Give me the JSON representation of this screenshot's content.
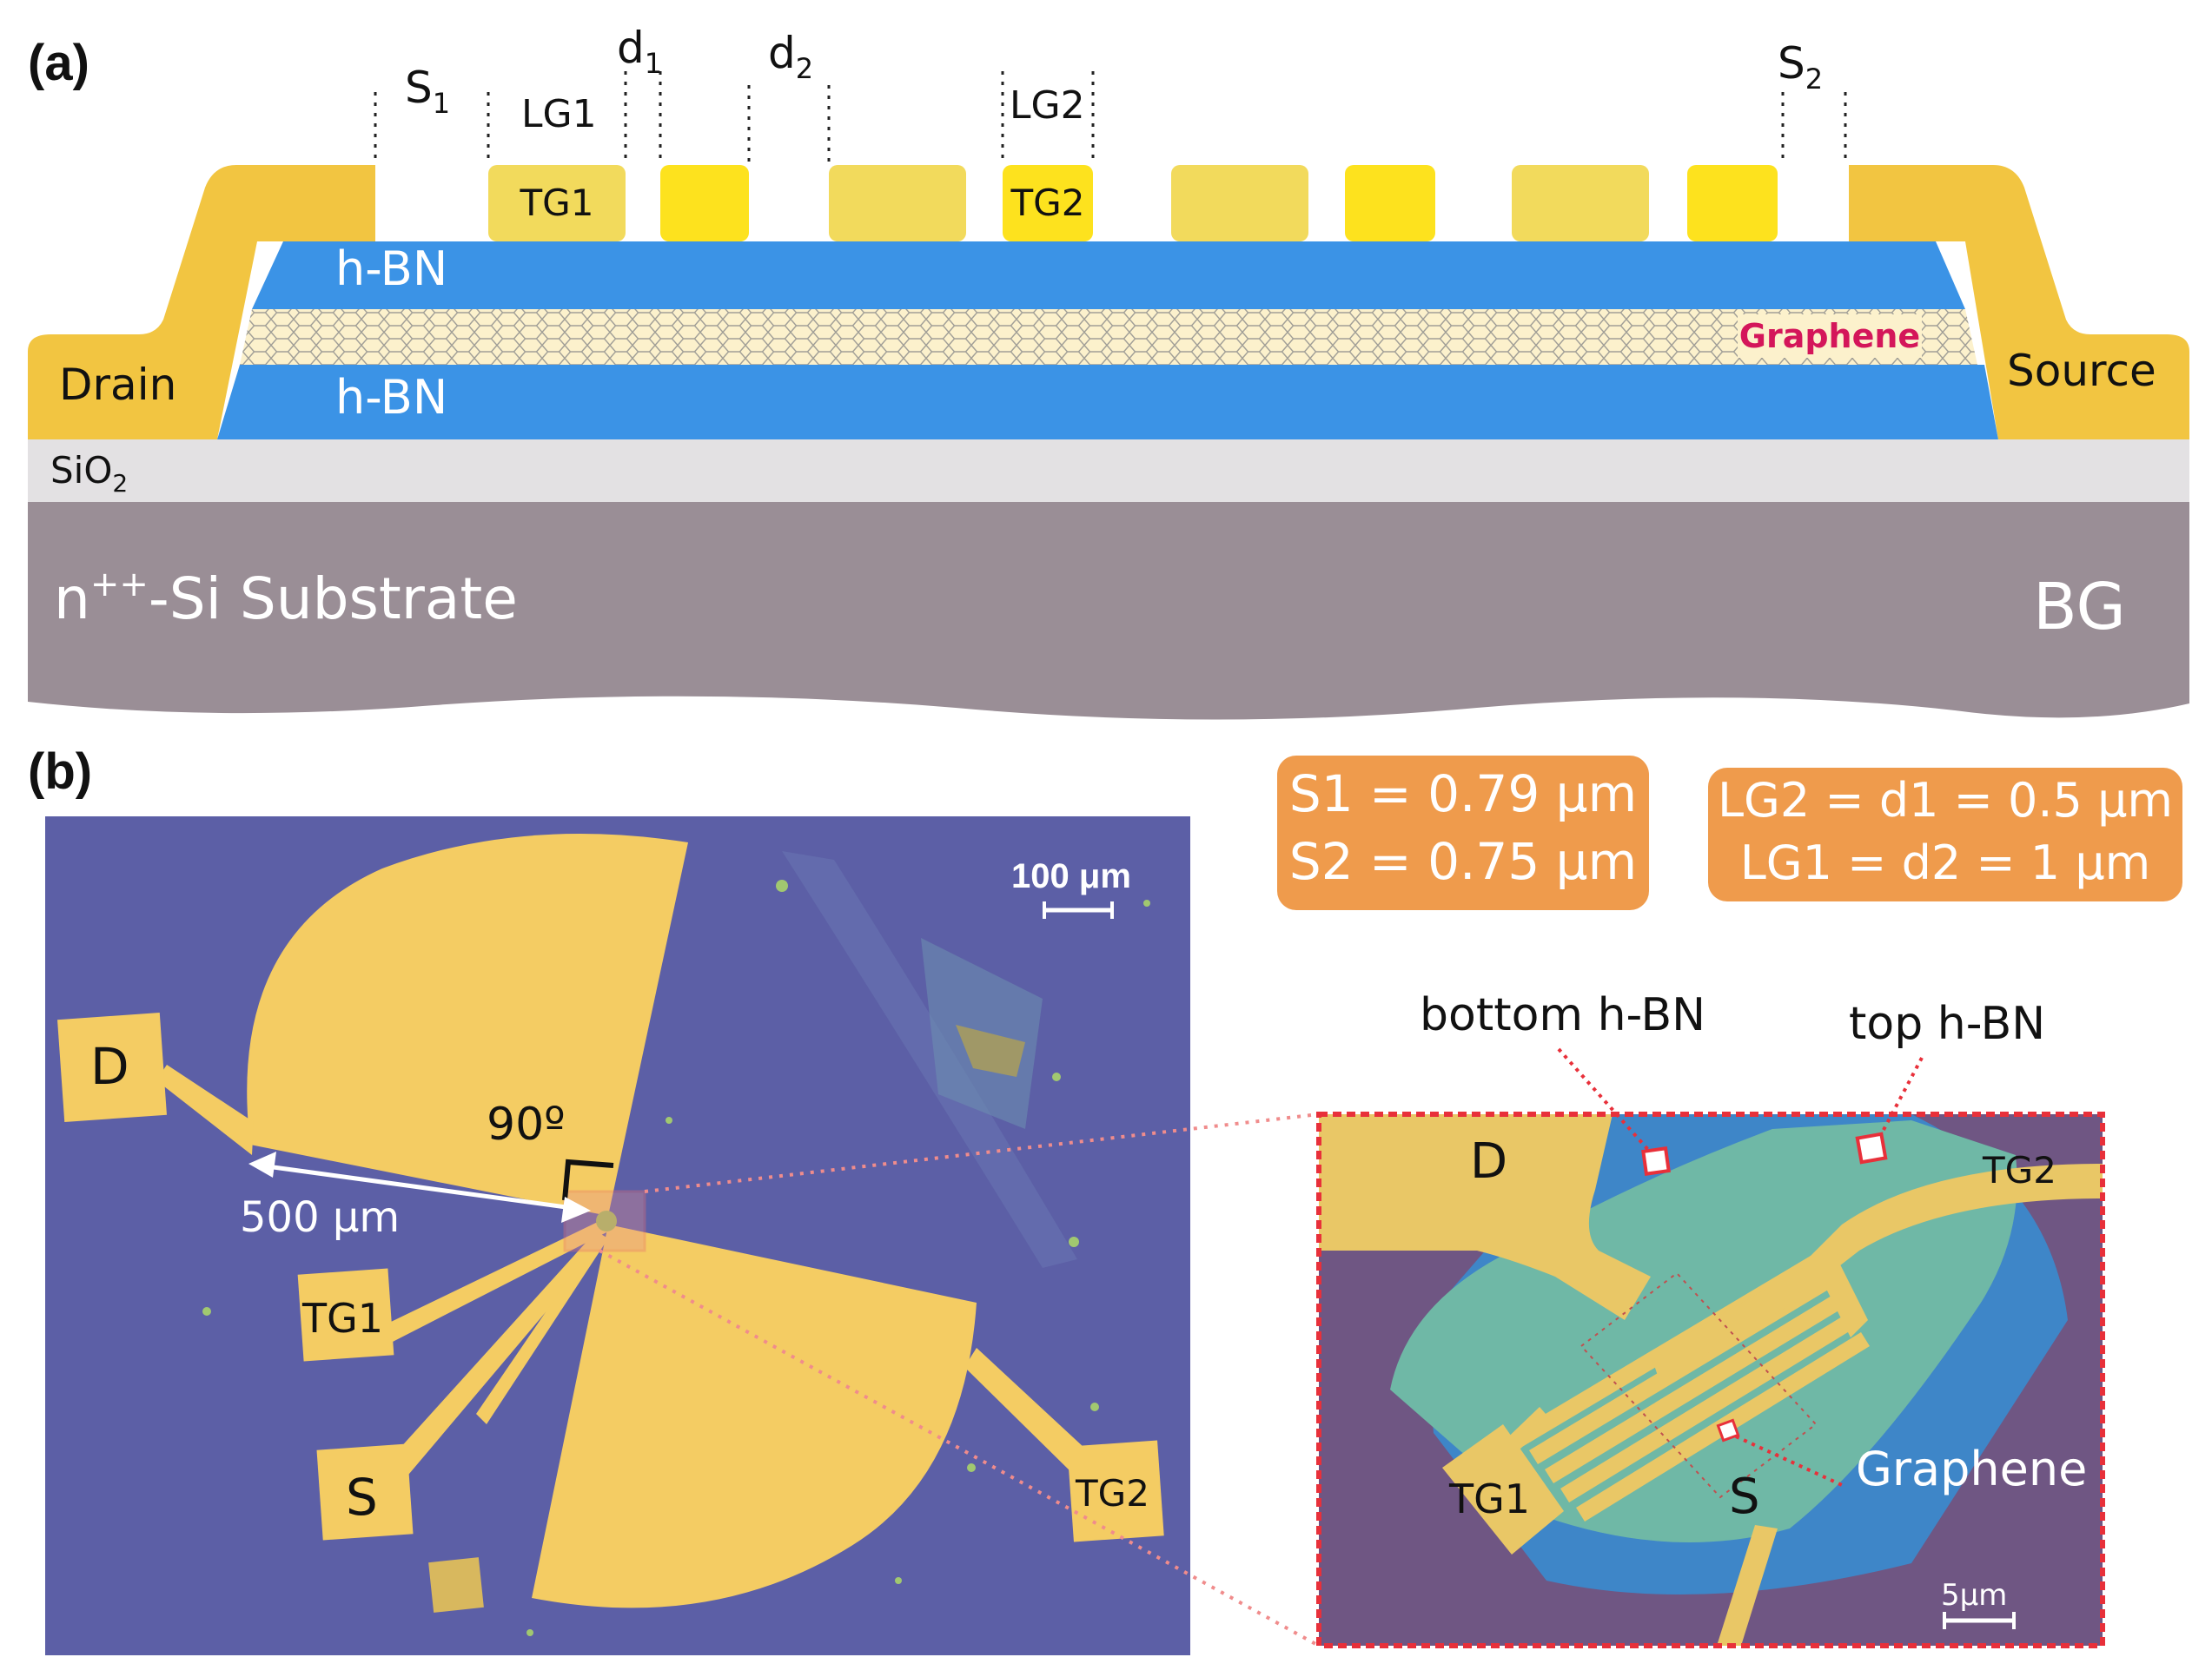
{
  "panel_a": {
    "label": "(a)",
    "dims": {
      "s1": {
        "main": "S",
        "sub": "1"
      },
      "lg1": "LG1",
      "d1": {
        "main": "d",
        "sub": "1"
      },
      "d2": {
        "main": "d",
        "sub": "2"
      },
      "lg2": "LG2",
      "s2": {
        "main": "S",
        "sub": "2"
      }
    },
    "gates": {
      "tg1": "TG1",
      "tg2": "TG2"
    },
    "layers": {
      "hbn_top": "h-BN",
      "graphene": "Graphene",
      "hbn_bottom": "h-BN",
      "sio2": {
        "main": "SiO",
        "sub": "2"
      },
      "substrate": {
        "pre": "n",
        "sup": "++",
        "post": "-Si Substrate"
      },
      "bg": "BG"
    },
    "contacts": {
      "drain": "Drain",
      "source": "Source"
    },
    "colors": {
      "gold": "#F2C541",
      "gate_light": "#F2DA5C",
      "gate_bright": "#FDE21E",
      "hbn": "#3B93E6",
      "graphene_fill": "#FCF1CC",
      "sio2": "#E3E1E3",
      "substrate": "#9A8E96"
    }
  },
  "panel_b": {
    "label": "(b)",
    "scale_bar": "100 μm",
    "pads": {
      "d": "D",
      "tg1": "TG1",
      "s": "S",
      "tg2": "TG2"
    },
    "angle": "90º",
    "distance": "500 μm",
    "specs": [
      {
        "line1": "S1 = 0.79 μm",
        "line2": "S2 = 0.75 μm"
      },
      {
        "line1": "LG2 = d1 = 0.5 μm",
        "line2": "LG1 = d2 = 1 μm"
      }
    ],
    "inset": {
      "bottom_hbn": "bottom h-BN",
      "top_hbn": "top h-BN",
      "d": "D",
      "tg2": "TG2",
      "tg1": "TG1",
      "s": "S",
      "graphene": "Graphene",
      "scale": "5μm"
    },
    "colors": {
      "micro_bg": "#5C5FA6",
      "metal": "#F4CC63",
      "spec_box": "#EF9B4C",
      "callout": "#E8303A"
    }
  }
}
